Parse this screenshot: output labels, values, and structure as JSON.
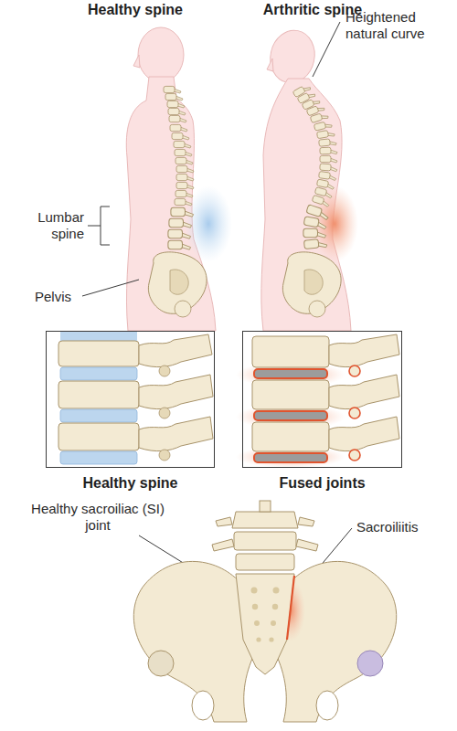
{
  "diagram": {
    "nodes": [
      {
        "text": [
          "Healthy spine"
        ]
      },
      {
        "text": [
          "Fused joints"
        ]
      }
    ],
    "labels": [
      "Healthy spine",
      "Arthritic spine",
      "Heightened natural curve",
      "Lumbar spine",
      "Pelvis",
      "Healthy sacroiliac (SI) joint",
      "Sacroiliitis"
    ]
  }
}
